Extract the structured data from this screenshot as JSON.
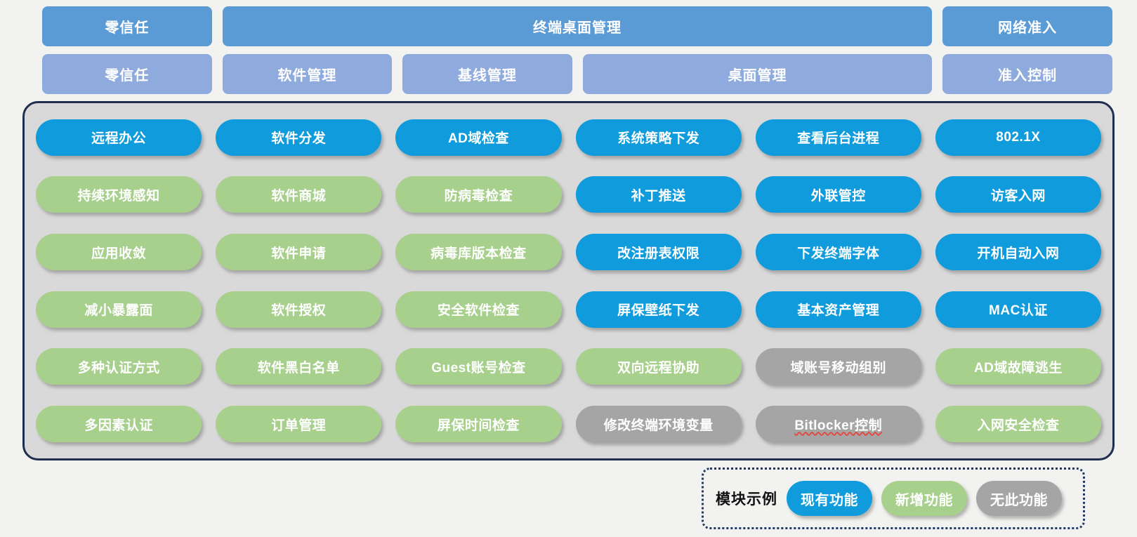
{
  "colors": {
    "level1_header": "#5B9BD5",
    "level2_header": "#8FAADC",
    "existing": "#0F9BDC",
    "new": "#A8D08D",
    "absent": "#A5A5A5",
    "container_border": "#1F2F50",
    "container_fill": "#D9D9D9",
    "page_background": "#F2F2F0"
  },
  "header": {
    "level1": [
      {
        "label": "零信任",
        "span": 1
      },
      {
        "label": "终端桌面管理",
        "span": 4
      },
      {
        "label": "网络准入",
        "span": 1
      }
    ],
    "level2": [
      {
        "label": "零信任",
        "span": 1
      },
      {
        "label": "软件管理",
        "span": 1
      },
      {
        "label": "基线管理",
        "span": 1
      },
      {
        "label": "桌面管理",
        "span": 2
      },
      {
        "label": "准入控制",
        "span": 1
      }
    ]
  },
  "grid": {
    "columns": [
      "零信任",
      "软件管理",
      "基线管理",
      "桌面管理-A",
      "桌面管理-B",
      "准入控制"
    ],
    "rows": [
      [
        {
          "label": "远程办公",
          "status": "existing"
        },
        {
          "label": "软件分发",
          "status": "existing"
        },
        {
          "label": "AD域检查",
          "status": "existing"
        },
        {
          "label": "系统策略下发",
          "status": "existing"
        },
        {
          "label": "查看后台进程",
          "status": "existing"
        },
        {
          "label": "802.1X",
          "status": "existing"
        }
      ],
      [
        {
          "label": "持续环境感知",
          "status": "new"
        },
        {
          "label": "软件商城",
          "status": "new"
        },
        {
          "label": "防病毒检查",
          "status": "new"
        },
        {
          "label": "补丁推送",
          "status": "existing"
        },
        {
          "label": "外联管控",
          "status": "existing"
        },
        {
          "label": "访客入网",
          "status": "existing"
        }
      ],
      [
        {
          "label": "应用收敛",
          "status": "new"
        },
        {
          "label": "软件申请",
          "status": "new"
        },
        {
          "label": "病毒库版本检查",
          "status": "new"
        },
        {
          "label": "改注册表权限",
          "status": "existing"
        },
        {
          "label": "下发终端字体",
          "status": "existing"
        },
        {
          "label": "开机自动入网",
          "status": "existing"
        }
      ],
      [
        {
          "label": "减小暴露面",
          "status": "new"
        },
        {
          "label": "软件授权",
          "status": "new"
        },
        {
          "label": "安全软件检查",
          "status": "new"
        },
        {
          "label": "屏保壁纸下发",
          "status": "existing"
        },
        {
          "label": "基本资产管理",
          "status": "existing"
        },
        {
          "label": "MAC认证",
          "status": "existing"
        }
      ],
      [
        {
          "label": "多种认证方式",
          "status": "new"
        },
        {
          "label": "软件黑白名单",
          "status": "new"
        },
        {
          "label": "Guest账号检查",
          "status": "new"
        },
        {
          "label": "双向远程协助",
          "status": "new"
        },
        {
          "label": "域账号移动组别",
          "status": "absent"
        },
        {
          "label": "AD域故障逃生",
          "status": "new"
        }
      ],
      [
        {
          "label": "多因素认证",
          "status": "new"
        },
        {
          "label": "订单管理",
          "status": "new"
        },
        {
          "label": "屏保时间检查",
          "status": "new"
        },
        {
          "label": "修改终端环境变量",
          "status": "absent"
        },
        {
          "label": "Bitlocker控制",
          "status": "absent",
          "spellcheck_underline": true
        },
        {
          "label": "入网安全检查",
          "status": "new"
        }
      ]
    ]
  },
  "legend": {
    "title": "模块示例",
    "items": [
      {
        "label": "现有功能",
        "status": "existing"
      },
      {
        "label": "新增功能",
        "status": "new"
      },
      {
        "label": "无此功能",
        "status": "absent"
      }
    ]
  }
}
